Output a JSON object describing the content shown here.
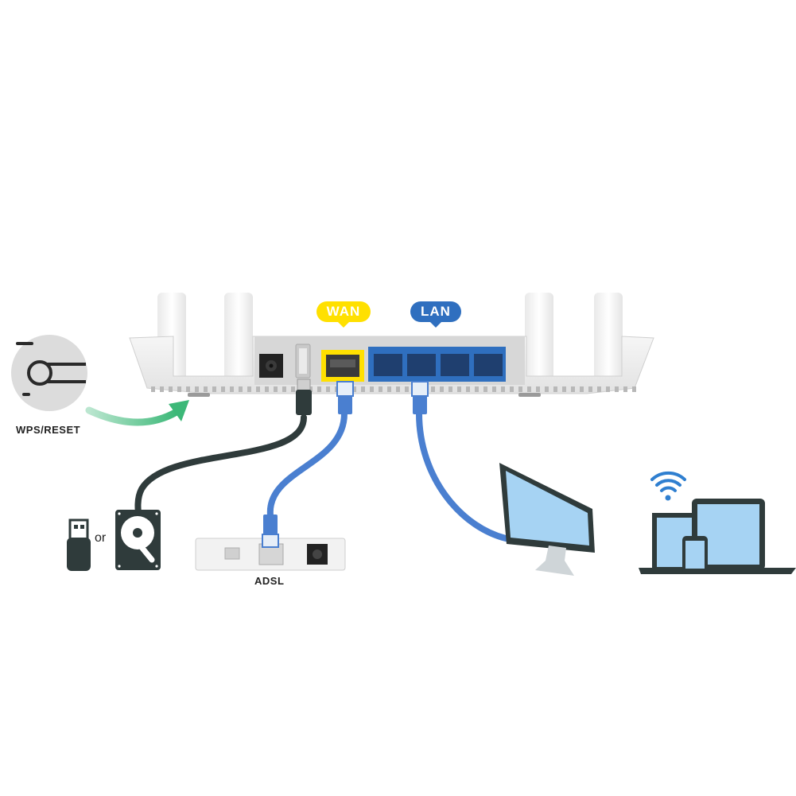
{
  "labels": {
    "wan": "WAN",
    "lan": "LAN",
    "wps_reset": "WPS/RESET",
    "adsl": "ADSL",
    "or": "or"
  },
  "colors": {
    "wan_accent": "#ffe000",
    "lan_accent": "#2f6fbf",
    "cable_blue": "#4a7fd0",
    "usb_cable": "#2f3b3b",
    "screen_fill": "#a6d3f3",
    "arrow_green": "#3cb878",
    "router_body": "#eeeeee"
  },
  "icons": {
    "wps_button": "wps-reset-button-icon",
    "usb_drive": "usb-flash-drive-icon",
    "hard_drive": "hard-drive-icon",
    "monitor": "desktop-monitor-icon",
    "devices": "laptop-tablet-phone-icon",
    "wifi": "wifi-icon"
  }
}
